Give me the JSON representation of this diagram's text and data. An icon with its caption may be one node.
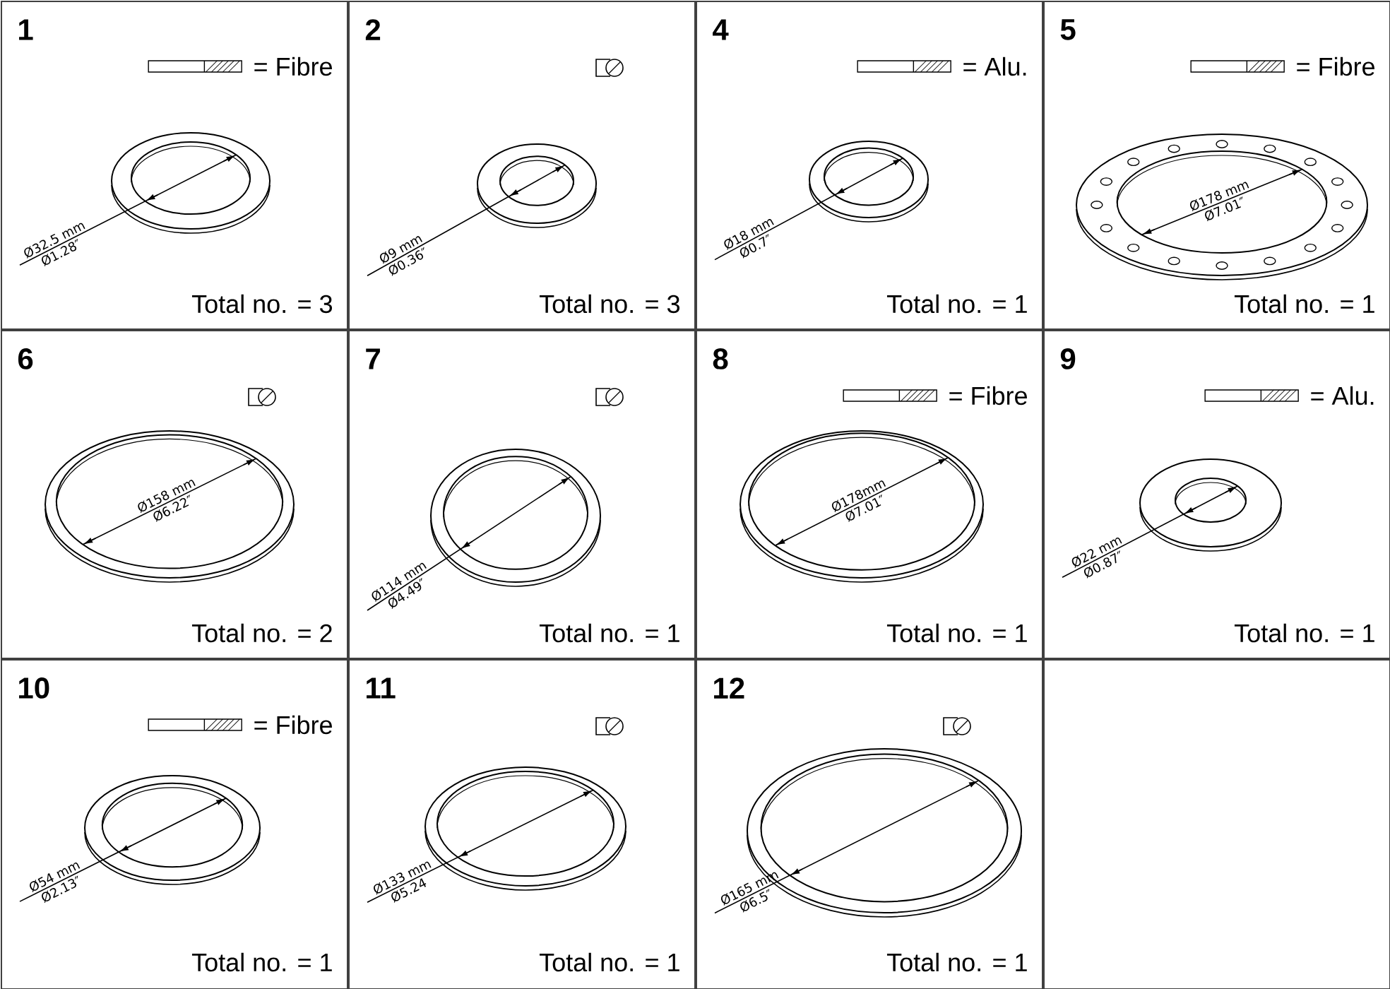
{
  "diagram": {
    "nodes": [
      {
        "text": [
          "1",
          "= Fibre",
          "Ø32.5 mm",
          "Ø1.28″",
          "Total no. = 3"
        ]
      },
      {
        "text": [
          "2",
          "Ø9 mm",
          "Ø0.36″",
          "Total no. = 3"
        ]
      },
      {
        "text": [
          "4",
          "= Alu.",
          "Ø18 mm",
          "Ø0.7″",
          "Total no. = 1"
        ]
      },
      {
        "text": [
          "5",
          "= Fibre",
          "Ø178 mm",
          "Ø7.01″",
          "Total no. = 1"
        ]
      },
      {
        "text": [
          "6",
          "Ø158 mm",
          "Ø6.22″",
          "Total no. = 2"
        ]
      },
      {
        "text": [
          "7",
          "Ø114 mm",
          "Ø4.49″",
          "Total no. = 1"
        ]
      },
      {
        "text": [
          "8",
          "= Fibre",
          "Ø178mm",
          "Ø7.01″",
          "Total no. = 1"
        ]
      },
      {
        "text": [
          "9",
          "= Alu.",
          "Ø22 mm",
          "Ø0.87″",
          "Total no. = 1"
        ]
      },
      {
        "text": [
          "10",
          "= Fibre",
          "Ø54 mm",
          "Ø2.13″",
          "Total no. = 1"
        ]
      },
      {
        "text": [
          "11",
          "Ø133 mm",
          "Ø5.24",
          "Total no. = 1"
        ]
      },
      {
        "text": [
          "12",
          "Ø165 mm",
          "Ø6.5″",
          "Total no. = 1"
        ]
      },
      {
        "text": [],
        "shape": "box"
      }
    ]
  }
}
